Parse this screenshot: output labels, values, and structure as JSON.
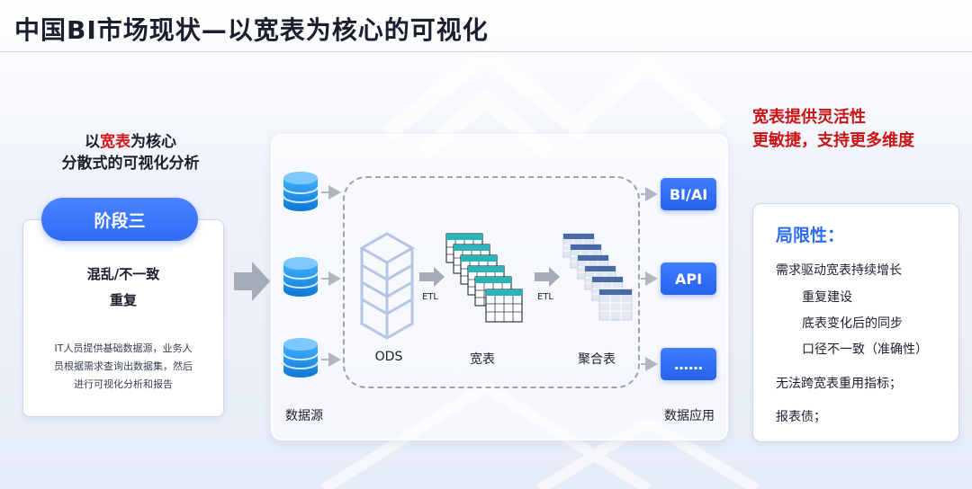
{
  "title": "中国BI市场现状—以宽表为核心的可视化",
  "left": {
    "caption_pre": "以",
    "caption_highlight": "宽表",
    "caption_post": "为核心",
    "caption_line2": "分散式的可视化分析",
    "stage_label": "阶段三",
    "items": [
      "混乱/不一致",
      "重复"
    ],
    "desc_lines": [
      "IT人员提供基础数据源，业务人",
      "员根据需求查询出数据集，然后",
      "进行可视化分析和报告"
    ]
  },
  "diagram": {
    "source_label": "数据源",
    "ods_label": "ODS",
    "wide_label": "宽表",
    "agg_label": "聚合表",
    "etl_1": "ETL",
    "etl_2": "ETL",
    "apps_label": "数据应用",
    "apps": [
      "BI/AI",
      "API",
      "……"
    ]
  },
  "right": {
    "caption_line1": "宽表提供灵活性",
    "caption_line2": "更敏捷，支持更多维度",
    "limits_title": "局限性：",
    "limits": [
      "需求驱动宽表持续增长",
      "重复建设",
      "底表变化后的同步",
      "口径不一致（准确性）",
      "无法跨宽表重用指标；",
      "报表债；"
    ]
  },
  "colors": {
    "accent_blue": "#2f6cf5",
    "highlight_red": "#d21a1a",
    "db_blue": "#1a8fe0",
    "table_header_teal": "#2bb3b8",
    "table_header_navy": "#4a6aa5"
  }
}
